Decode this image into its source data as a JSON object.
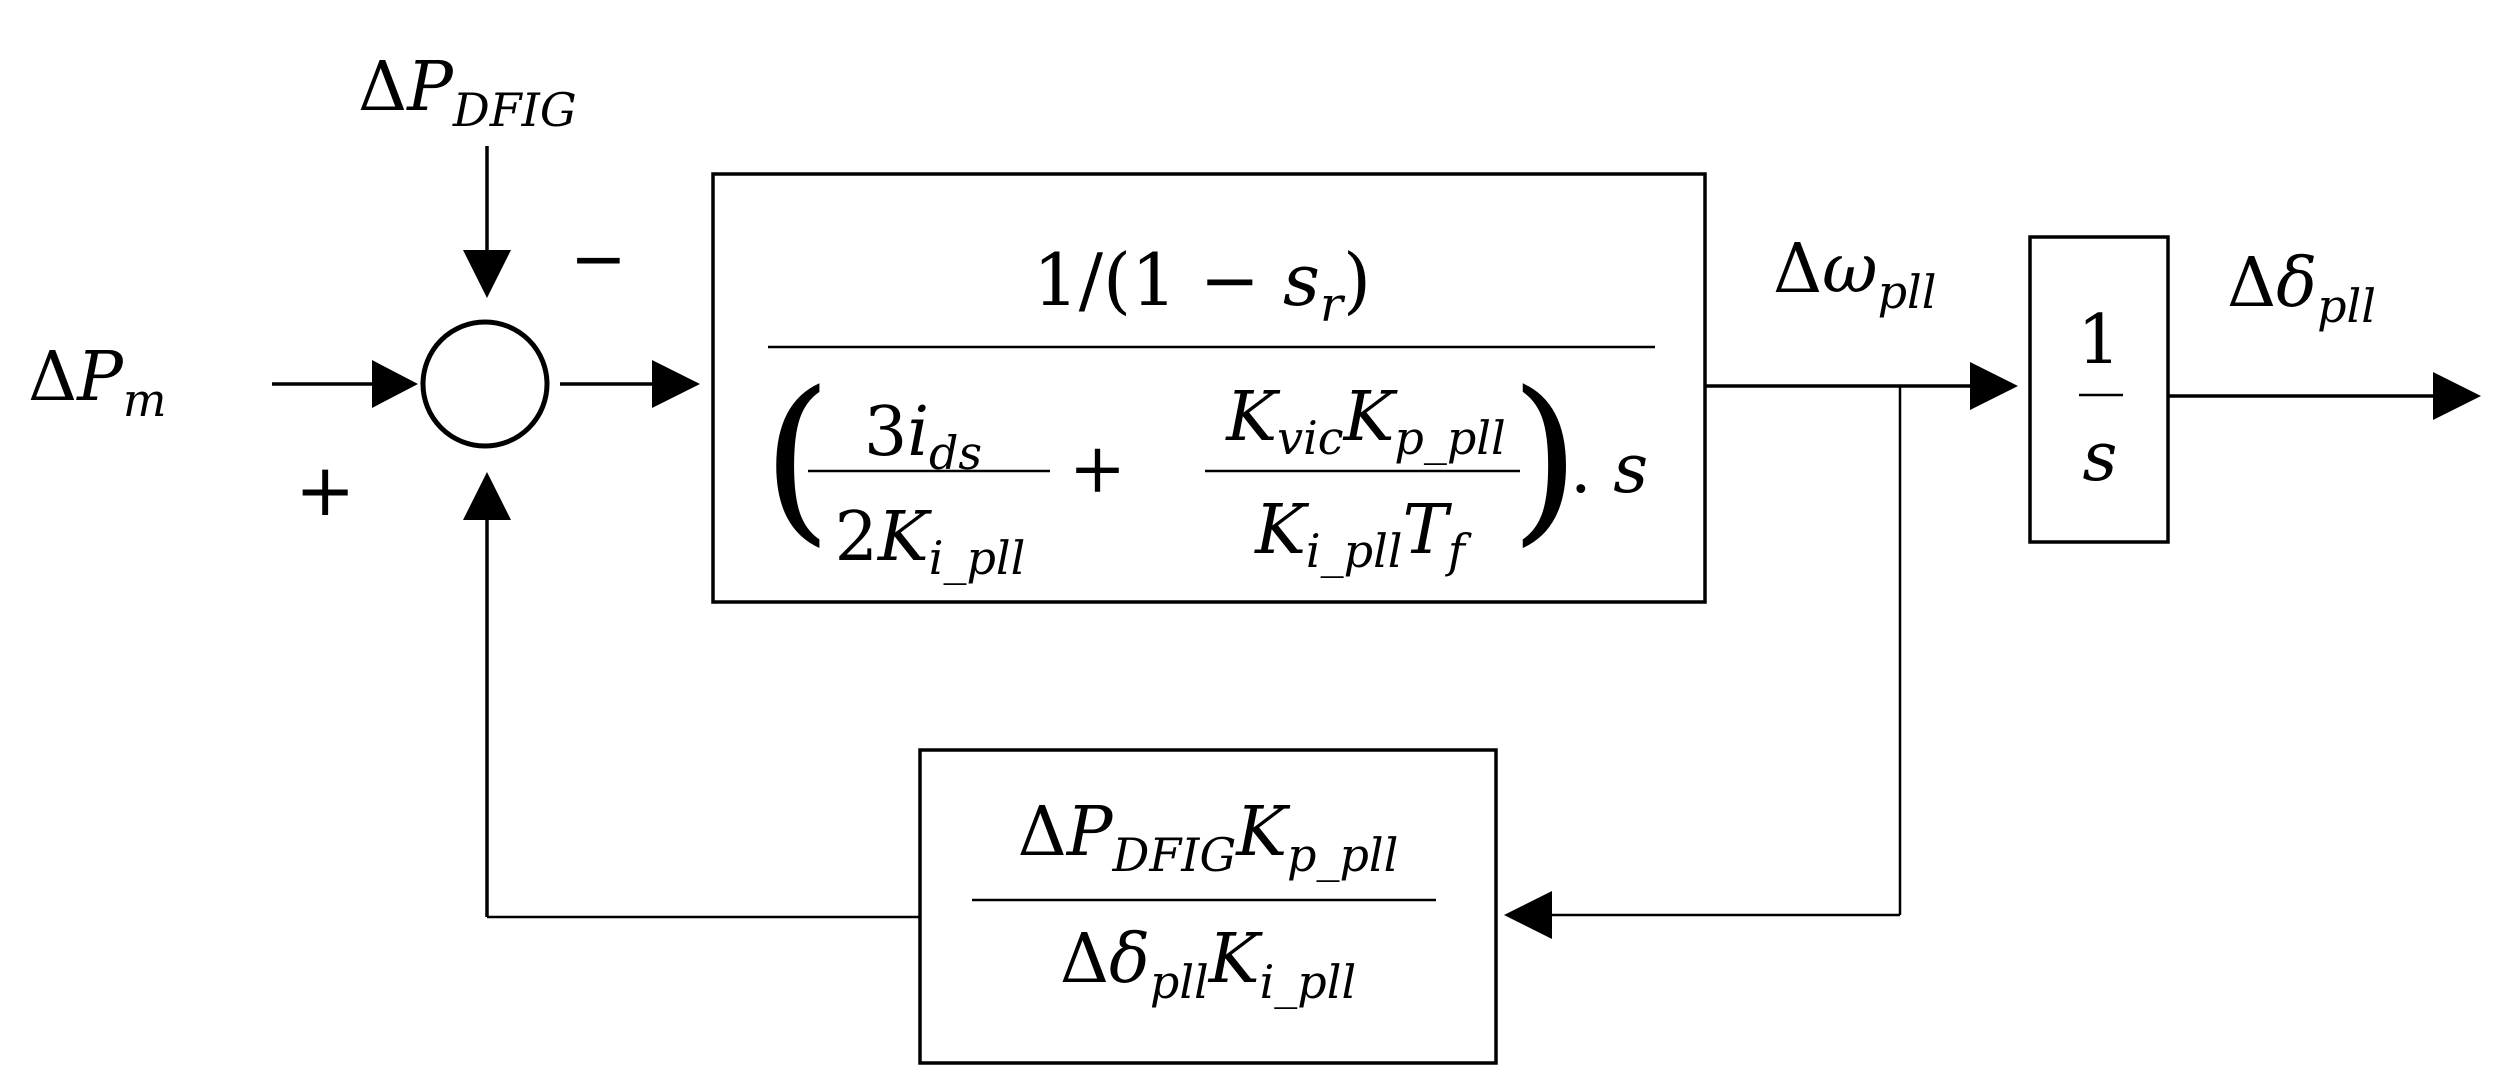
{
  "symbols": {
    "delta": "Δ",
    "omega": "ω",
    "lowercase_delta": "δ",
    "plus": "+",
    "minus": "−",
    "open_paren": "(",
    "close_paren": ")",
    "dot": "."
  },
  "inputs": {
    "p_m_letter": "P",
    "p_m_sub": "m",
    "p_dfig_letter": "P",
    "p_dfig_sub": "DFIG"
  },
  "summing_junction": {
    "sign_plus": "+",
    "sign_minus": "−"
  },
  "main_block": {
    "numerator_prefix": "1/(1 − ",
    "numerator_var": "s",
    "numerator_var_sub": "r",
    "numerator_suffix": ")",
    "term1_num": "3",
    "term1_num_var": "i",
    "term1_num_sub": "ds",
    "term1_den": "2",
    "term1_den_var": "K",
    "term1_den_sub": "i_pll",
    "term2_num_var1": "K",
    "term2_num_sub1": "vic",
    "term2_num_var2": "K",
    "term2_num_sub2": "p_pll",
    "term2_den_var1": "K",
    "term2_den_sub1": "i_pll",
    "term2_den_var2": "T",
    "term2_den_sub2": "f",
    "plus": "+",
    "trailing": ". ",
    "trailing_var": "s"
  },
  "signals": {
    "omega_pll_sub": "pll",
    "delta_pll_sub": "pll"
  },
  "integrator_block": {
    "numerator": "1",
    "denominator": "s"
  },
  "feedback_block": {
    "num_var1": "P",
    "num_sub1": "DFIG",
    "num_var2": "K",
    "num_sub2": "p_pll",
    "den_var1": "δ",
    "den_sub1": "pll",
    "den_var2": "K",
    "den_sub2": "i_pll"
  }
}
